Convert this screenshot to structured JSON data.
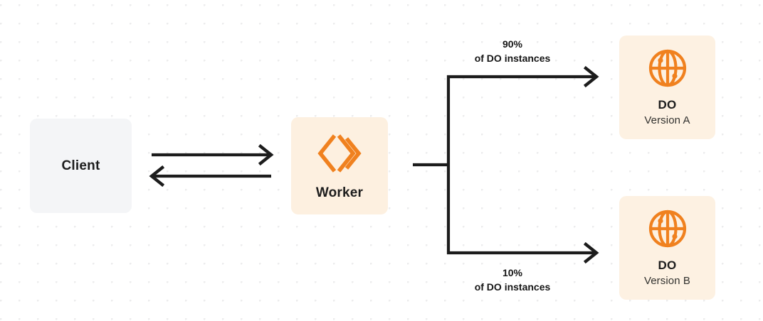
{
  "diagram": {
    "background": "#ffffff",
    "dot_color": "#ececed",
    "accent_color": "#f6821f",
    "line_color": "#1c1c1c"
  },
  "nodes": {
    "client": {
      "label": "Client",
      "bg": "#f4f5f7"
    },
    "worker": {
      "label": "Worker",
      "icon": "worker-chevrons-icon",
      "bg": "#fdf0e0"
    },
    "do_a": {
      "label": "DO",
      "sublabel": "Version A",
      "icon": "globe-icon",
      "bg": "#fdf1e2"
    },
    "do_b": {
      "label": "DO",
      "sublabel": "Version B",
      "icon": "globe-icon",
      "bg": "#fdf1e2"
    }
  },
  "edges": {
    "top_label_pct": "90%",
    "top_label_text": "of DO instances",
    "bottom_label_pct": "10%",
    "bottom_label_text": "of DO instances"
  }
}
